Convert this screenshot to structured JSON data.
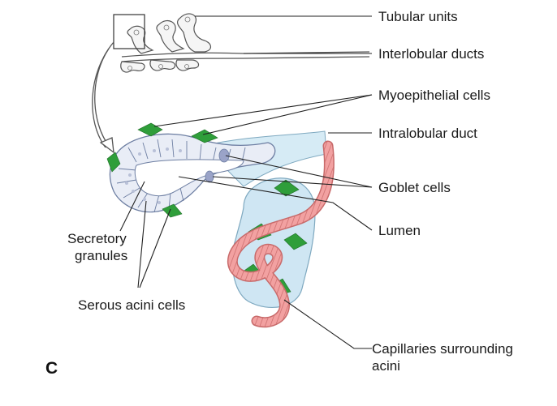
{
  "panel_letter": "C",
  "labels": {
    "tubular_units": "Tubular units",
    "interlobular_ducts": "Interlobular ducts",
    "myoepithelial_cells": "Myoepithelial cells",
    "intralobular_duct": "Intralobular duct",
    "goblet_cells": "Goblet cells",
    "lumen": "Lumen",
    "secretory_granules_1": "Secretory",
    "secretory_granules_2": "granules",
    "serous_acini_cells": "Serous acini cells",
    "capillaries_1": "Capillaries surrounding",
    "capillaries_2": "acini"
  },
  "colors": {
    "myoepithelial": "#2f9e3a",
    "capillary": "#f2a1a1",
    "capillary_stroke": "#c86a6a",
    "acinus_fill": "#cfe6f3",
    "cell_fill": "#e9edf6",
    "cell_stroke": "#6d7ea2",
    "goblet": "#9aa3c8",
    "lumen": "#ffffff"
  }
}
